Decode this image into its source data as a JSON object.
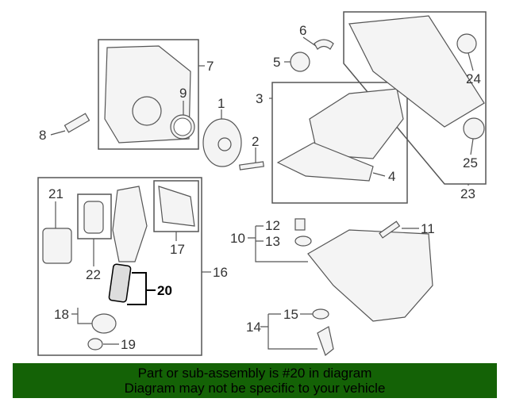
{
  "callouts": {
    "c1": "1",
    "c2": "2",
    "c3": "3",
    "c4": "4",
    "c5": "5",
    "c6": "6",
    "c7": "7",
    "c8": "8",
    "c9": "9",
    "c10": "10",
    "c11": "11",
    "c12": "12",
    "c13": "13",
    "c14": "14",
    "c15": "15",
    "c16": "16",
    "c17": "17",
    "c18": "18",
    "c19": "19",
    "c20": "20",
    "c21": "21",
    "c22": "22",
    "c23": "23",
    "c24": "24",
    "c25": "25"
  },
  "highlighted_part": "20",
  "banner": {
    "line1": "Part or sub-assembly is #20 in diagram",
    "line2": "Diagram may not be specific to your vehicle",
    "color": "#146206"
  }
}
